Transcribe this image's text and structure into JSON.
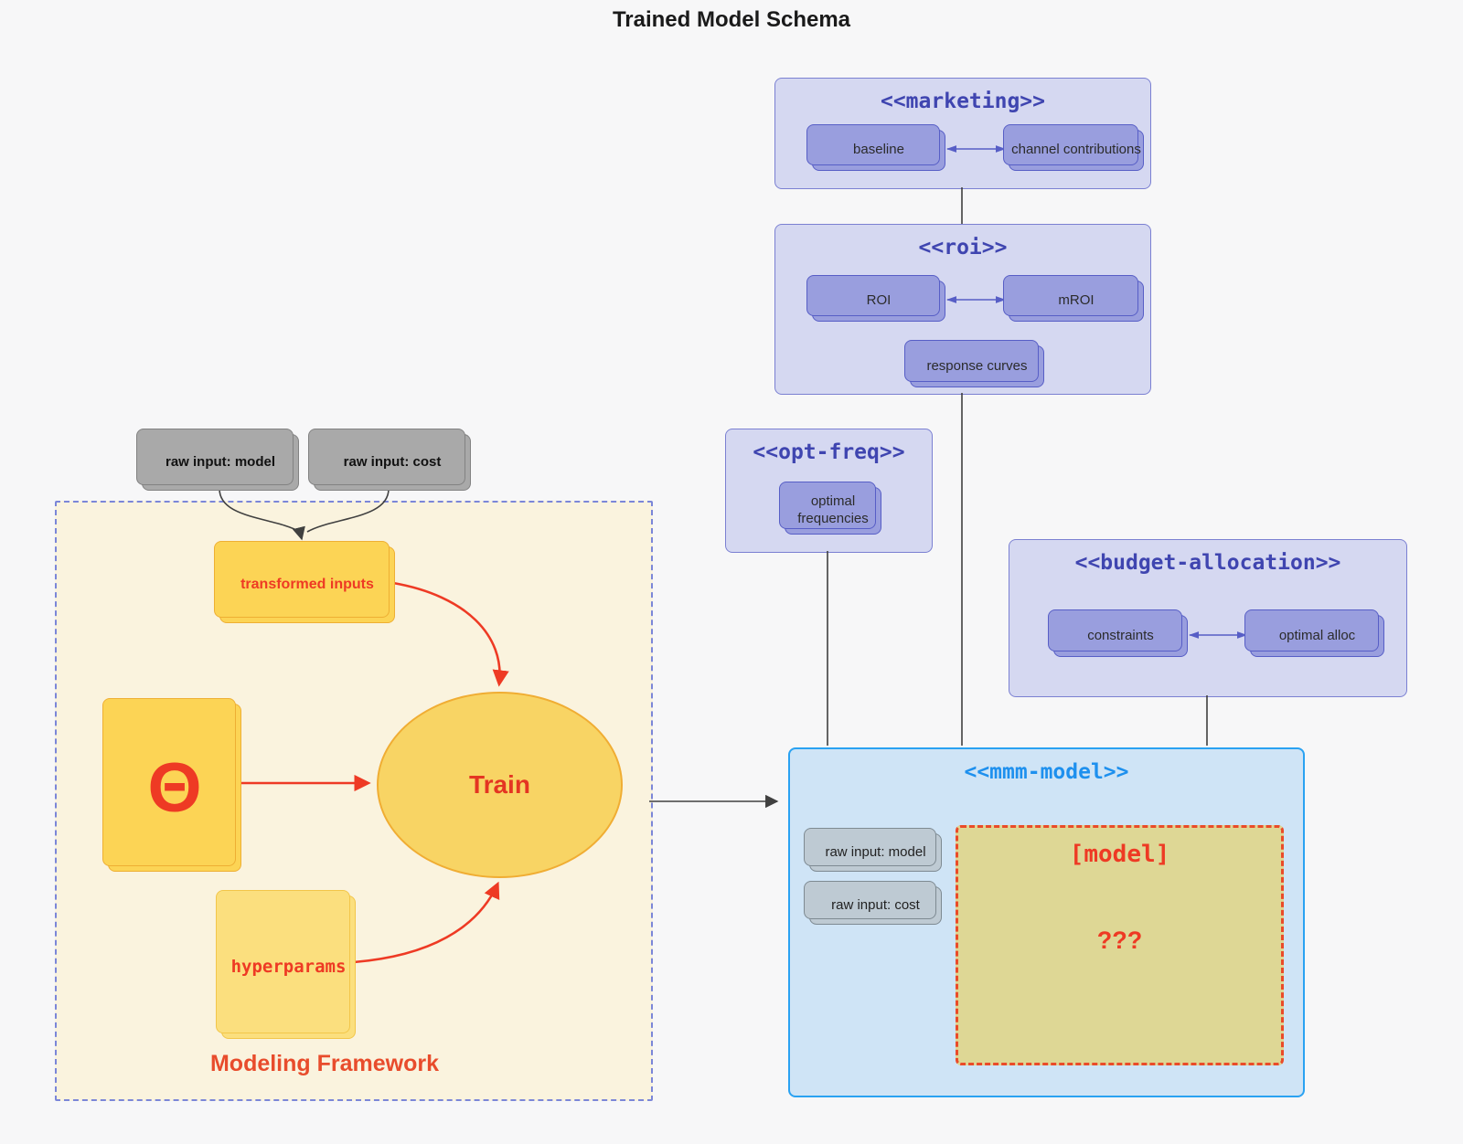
{
  "page": {
    "title": "Trained Model Schema",
    "background": "#f7f7f8"
  },
  "colors": {
    "lavender_container_fill": "#d5d8f1",
    "lavender_container_border": "#7b80d2",
    "purple_node_fill": "#999ede",
    "purple_node_border": "#575ec6",
    "purple_title_text": "#3f45b0",
    "gray_node_fill": "#a9a9a9",
    "bluegray_node_fill": "#becad3",
    "yellow_node_fill": "#fcd455",
    "yellow_node_border": "#eeaf33",
    "pale_yellow_fill": "#fbdf7e",
    "mmm_fill": "#cfe4f6",
    "mmm_border": "#2aa2f2",
    "mmm_title_text": "#1e90ee",
    "framework_fill": "#faf3de",
    "framework_border": "#7b86d8",
    "khaki_model_fill": "#ded795",
    "red_accent": "#ee3a24",
    "framework_label_text": "#e84c2c",
    "connector_black": "#404040"
  },
  "containers": {
    "marketing": {
      "title": "<<marketing>>",
      "nodes": {
        "baseline": "baseline",
        "channel_contributions": "channel contributions"
      }
    },
    "roi": {
      "title": "<<roi>>",
      "nodes": {
        "roi": "ROI",
        "mroi": "mROI",
        "response_curves": "response curves"
      }
    },
    "opt_freq": {
      "title": "<<opt-freq>>",
      "nodes": {
        "optimal_frequencies": "optimal frequencies"
      }
    },
    "budget_allocation": {
      "title": "<<budget-allocation>>",
      "nodes": {
        "constraints": "constraints",
        "optimal_alloc": "optimal alloc"
      }
    },
    "mmm_model": {
      "title": "<<mmm-model>>",
      "nodes": {
        "raw_input_model": "raw input: model",
        "raw_input_cost": "raw input: cost",
        "model_placeholder": "[model]",
        "unknown": "???"
      }
    },
    "modeling_framework": {
      "label": "Modeling Framework",
      "nodes": {
        "transformed_inputs": "transformed inputs",
        "theta": "Θ",
        "train": "Train",
        "hyperparams": "hyperparams"
      }
    }
  },
  "external_inputs": {
    "raw_input_model": "raw input: model",
    "raw_input_cost": "raw input: cost"
  }
}
